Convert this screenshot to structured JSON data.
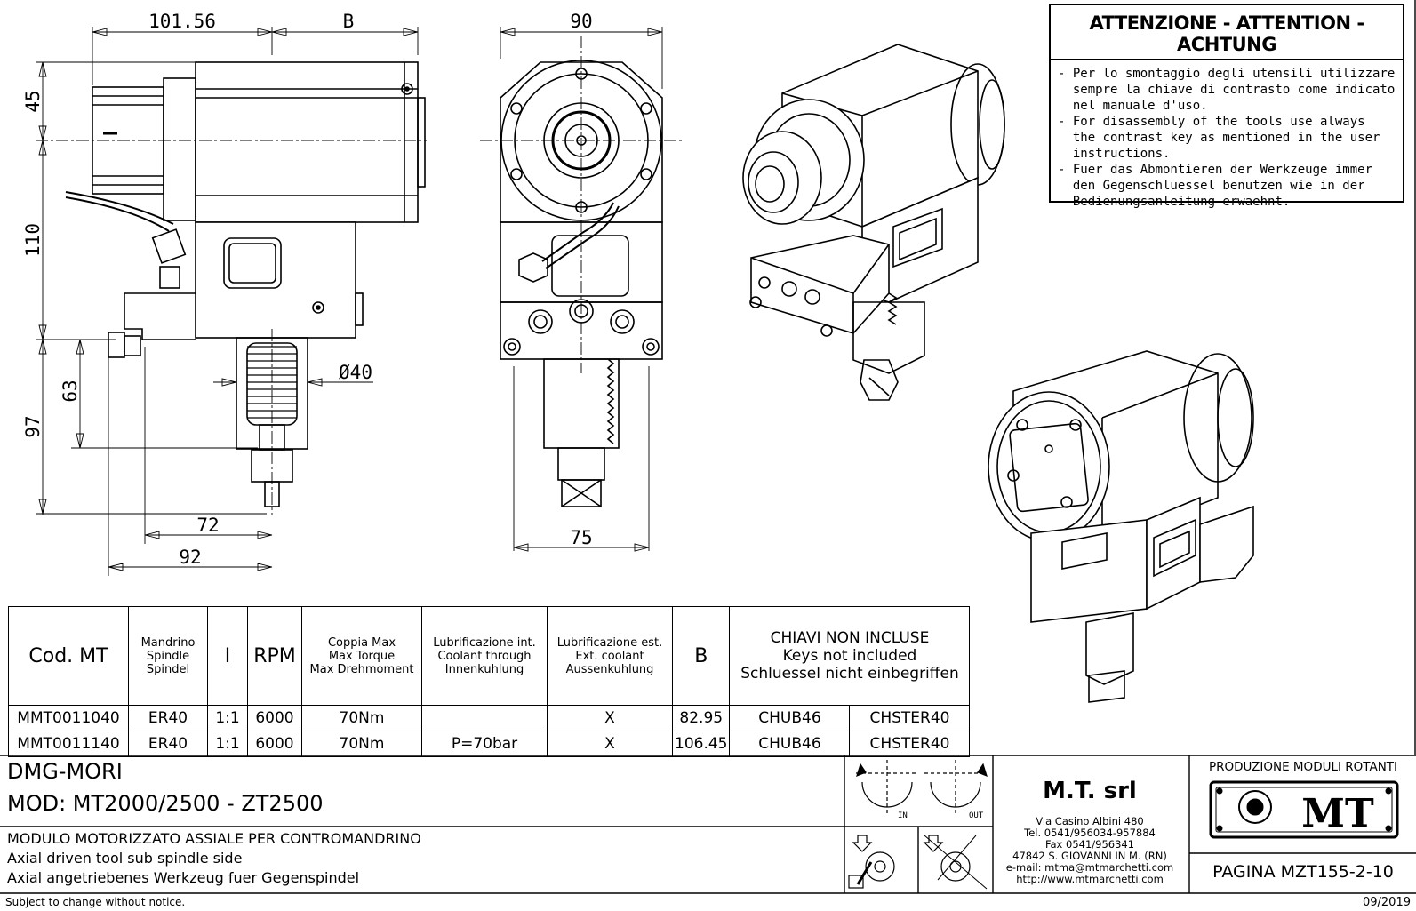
{
  "dimensions": {
    "d1": "101.56",
    "d2": "B",
    "d3": "90",
    "d4": "45",
    "d5": "110",
    "d6": "63",
    "d7": "97",
    "d8": "Ø40",
    "d9": "72",
    "d10": "92",
    "d11": "75"
  },
  "warning": {
    "title": "ATTENZIONE - ATTENTION - ACHTUNG",
    "lines": [
      "- Per lo smontaggio degli utensili utilizzare\n  sempre la chiave di contrasto come indicato\n  nel manuale d'uso.",
      "- For disassembly of the tools use always\n  the contrast key as mentioned in the user\n  instructions.",
      "- Fuer das Abmontieren der Werkzeuge immer\n  den Gegenschluessel benutzen wie in der\n  Bedienungsanleitung erwaehnt."
    ]
  },
  "table": {
    "headers": [
      "Cod. MT",
      "Mandrino\nSpindle\nSpindel",
      "I",
      "RPM",
      "Coppia Max\nMax Torque\nMax Drehmoment",
      "Lubrificazione int.\nCoolant through\nInnenkuhlung",
      "Lubrificazione est.\nExt. coolant\nAussenkuhlung",
      "B",
      "CHIAVI NON INCLUSE\nKeys not included\nSchluessel nicht einbegriffen"
    ],
    "rows": [
      [
        "MMT0011040",
        "ER40",
        "1:1",
        "6000",
        "70Nm",
        "",
        "X",
        "82.95",
        "CHUB46",
        "CHSTER40"
      ],
      [
        "MMT0011140",
        "ER40",
        "1:1",
        "6000",
        "70Nm",
        "P=70bar",
        "X",
        "106.45",
        "CHUB46",
        "CHSTER40"
      ]
    ]
  },
  "titleblock": {
    "machine": "DMG-MORI",
    "model": "MOD: MT2000/2500 - ZT2500",
    "desc_it": "MODULO MOTORIZZATO ASSIALE PER CONTROMANDRINO",
    "desc_en": "Axial driven tool sub spindle side",
    "desc_de": "Axial angetriebenes Werkzeug fuer Gegenspindel",
    "in_label": "IN",
    "out_label": "OUT",
    "company_name": "M.T. srl",
    "company_info": "Via Casino Albini 480\nTel. 0541/956034-957884\nFax 0541/956341\n47842 S. GIOVANNI IN M. (RN)\ne-mail: mtma@mtmarchetti.com\nhttp://www.mtmarchetti.com",
    "production": "PRODUZIONE MODULI ROTANTI",
    "logo": "MT",
    "page": "PAGINA MZT155-2-10",
    "notice": "Subject to change without notice.",
    "date": "09/2019"
  }
}
